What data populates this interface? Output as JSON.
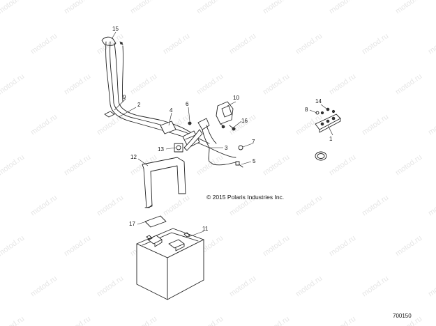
{
  "watermark": "motod.ru",
  "copyright": "© 2015 Polaris Industries Inc.",
  "drawing_number": "700150",
  "callouts": [
    "1",
    "2",
    "3",
    "4",
    "5",
    "6",
    "7",
    "8",
    "9",
    "10",
    "11",
    "12",
    "13",
    "14",
    "15",
    "16",
    "17"
  ],
  "colors": {
    "line": "#222222",
    "watermark": "#e6e6e6",
    "background": "#ffffff"
  }
}
